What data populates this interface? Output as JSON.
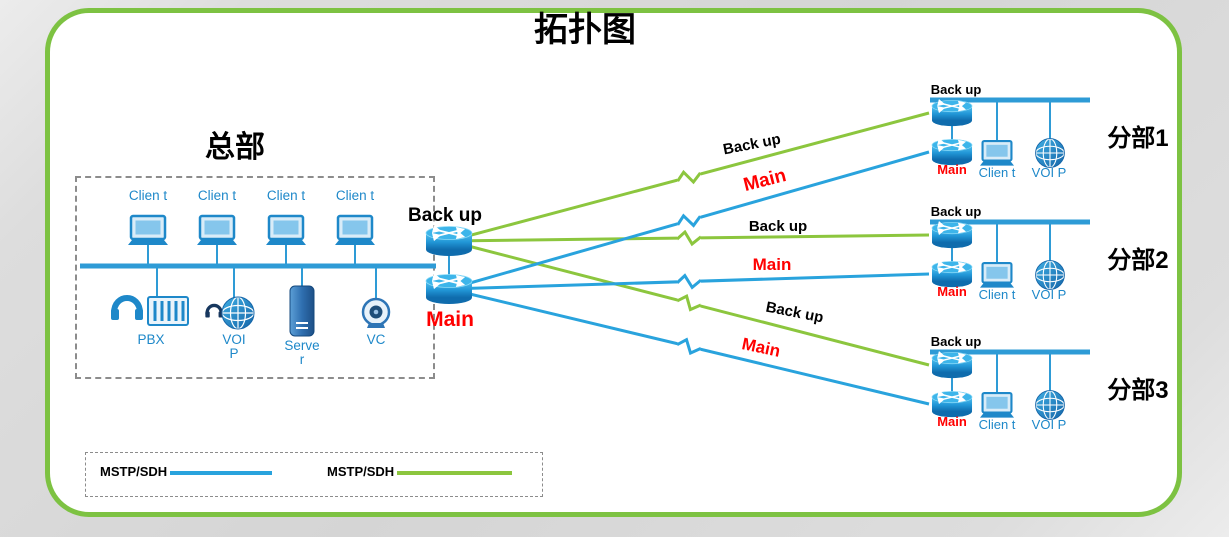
{
  "title": "拓扑图",
  "colors": {
    "border_green": "#7DC242",
    "link_green": "#8CC63E",
    "link_blue": "#29A3DD",
    "bus_blue": "#2E9BD6",
    "label_red": "#FF0000",
    "device_blue": "#1E88C9"
  },
  "hq": {
    "name": "总部",
    "clients": [
      {
        "label": "Clien t"
      },
      {
        "label": "Clien t"
      },
      {
        "label": "Clien t"
      },
      {
        "label": "Clien t"
      }
    ],
    "devices": [
      {
        "id": "pbx",
        "label": "PBX"
      },
      {
        "id": "voip",
        "label": "VOI P"
      },
      {
        "id": "server",
        "label": "Serve r"
      },
      {
        "id": "vc",
        "label": "VC"
      }
    ]
  },
  "core": {
    "backup_router_label": "Back up",
    "main_router_label": "Main"
  },
  "branches": [
    {
      "name": "分部1",
      "backup_label": "Back up",
      "main_label": "Main",
      "client_label": "Clien t",
      "voip_label": "VOI P"
    },
    {
      "name": "分部2",
      "backup_label": "Back up",
      "main_label": "Main",
      "client_label": "Clien t",
      "voip_label": "VOI P"
    },
    {
      "name": "分部3",
      "backup_label": "Back up",
      "main_label": "Main",
      "client_label": "Clien t",
      "voip_label": "VOI P"
    }
  ],
  "links": [
    {
      "to": "分部1",
      "type": "backup",
      "label": "Back up"
    },
    {
      "to": "分部1",
      "type": "main",
      "label": "Main"
    },
    {
      "to": "分部2",
      "type": "backup",
      "label": "Back up"
    },
    {
      "to": "分部2",
      "type": "main",
      "label": "Main"
    },
    {
      "to": "分部3",
      "type": "backup",
      "label": "Back up"
    },
    {
      "to": "分部3",
      "type": "main",
      "label": "Main"
    }
  ],
  "legend": {
    "items": [
      {
        "label": "MSTP/SDH",
        "line_color": "#29A3DD"
      },
      {
        "label": "MSTP/SDH",
        "line_color": "#8CC63E"
      }
    ]
  }
}
